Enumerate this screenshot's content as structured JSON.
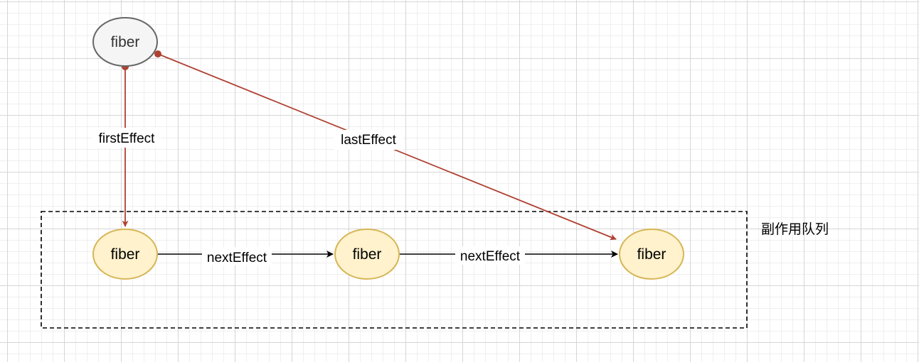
{
  "nodes": {
    "root": {
      "label": "fiber"
    },
    "fiber1": {
      "label": "fiber"
    },
    "fiber2": {
      "label": "fiber"
    },
    "fiber3": {
      "label": "fiber"
    }
  },
  "edges": {
    "first_effect": {
      "label": "firstEffect"
    },
    "last_effect": {
      "label": "lastEffect"
    },
    "next_effect_1": {
      "label": "nextEffect"
    },
    "next_effect_2": {
      "label": "nextEffect"
    }
  },
  "group": {
    "label": "副作用队列"
  },
  "colors": {
    "root_fill": "#f5f5f5",
    "root_stroke": "#666666",
    "root_text": "#333333",
    "queue_fill": "#fff2cc",
    "queue_stroke": "#d6b656",
    "pointer_edge": "#ae4132",
    "link_edge": "#000000"
  }
}
